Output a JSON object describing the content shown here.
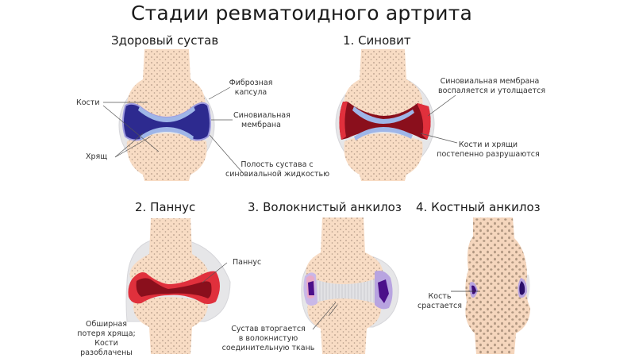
{
  "title": "Стадии ревматоидного артрита",
  "colors": {
    "bone": "#f8dcc4",
    "bone_dots": "#b8a08c",
    "capsule": "#e4e4e6",
    "cartilage": "#9fb6e8",
    "synovium_healthy": "#2b2b8f",
    "synovium_inflamed": "#8a0f1c",
    "inflamed_edge": "#e0303c",
    "fibrous": "#d4d4d8",
    "ankylosis_cavity": "#4b0f8a",
    "ankylosis_rim": "#b8a4e0"
  },
  "panels": [
    {
      "id": "healthy",
      "heading": "Здоровый сустав",
      "labels": {
        "bones": "Кости",
        "cartilage": "Хрящ",
        "fibrous_capsule_1": "Фиброзная",
        "fibrous_capsule_2": "капсула",
        "synovial_membrane_1": "Синовиальная",
        "synovial_membrane_2": "мембрана",
        "joint_cavity_1": "Полость сустава с",
        "joint_cavity_2": "синовиальной жидкостью"
      }
    },
    {
      "id": "synovitis",
      "heading": "1. Синовит",
      "labels": {
        "membrane_1": "Синовиальная мембрана",
        "membrane_2": "воспаляется и утолщается",
        "destruction_1": "Кости и хрящи",
        "destruction_2": "постепенно разрушаются"
      }
    },
    {
      "id": "pannus",
      "heading": "2. Паннус",
      "labels": {
        "pannus": "Паннус",
        "loss_1": "Обширная",
        "loss_2": "потеря хряща;",
        "loss_3": "Кости",
        "loss_4": "разоблачены"
      }
    },
    {
      "id": "fibrous-ankylosis",
      "heading": "3. Волокнистый анкилоз",
      "labels": {
        "invasion_1": "Сустав вторгается",
        "invasion_2": "в волокнистую",
        "invasion_3": "соединительную ткань"
      }
    },
    {
      "id": "bony-ankylosis",
      "heading": "4. Костный анкилоз",
      "labels": {
        "fusion_1": "Кость",
        "fusion_2": "срастается"
      }
    }
  ]
}
